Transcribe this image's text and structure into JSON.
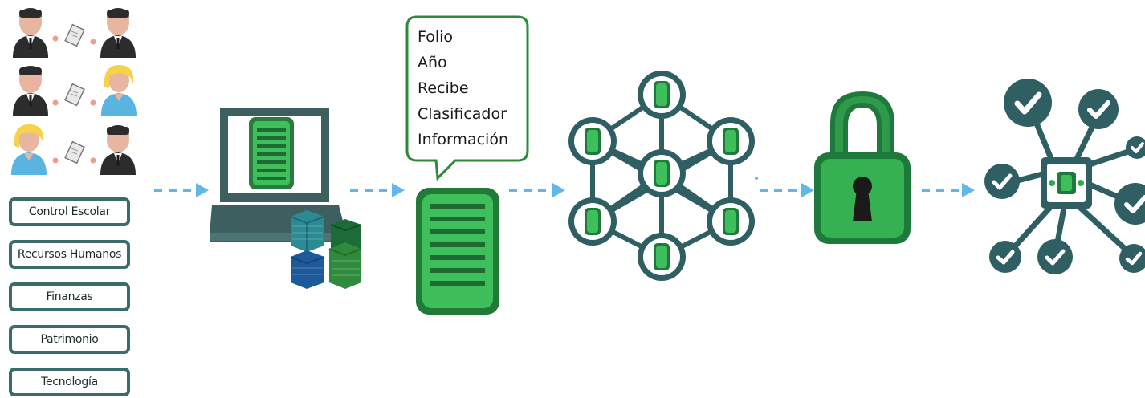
{
  "departments": [
    "Control Escolar",
    "Recursos Humanos",
    "Finanzas",
    "Patrimonio",
    "Tecnología"
  ],
  "record_fields": [
    "Folio",
    "Año",
    "Recibe",
    "Clasificador",
    "Información"
  ],
  "colors": {
    "green_dark": "#1e7a3c",
    "green_mid": "#2fa84f",
    "green_light": "#45c15e",
    "teal_dark": "#2f5f62",
    "arrow_blue": "#5fb8e8",
    "suit": "#2c2c2c",
    "skin": "#e8b6a0",
    "blonde": "#f5d24a",
    "blue_shirt": "#5ab4e0"
  },
  "icons": {
    "people": "people-exchanging-documents",
    "computer": "laptop-with-database-icon",
    "document": "record-document-icon",
    "network": "network-nodes-icon",
    "lock": "padlock-icon",
    "validation": "validated-hub-icon"
  }
}
